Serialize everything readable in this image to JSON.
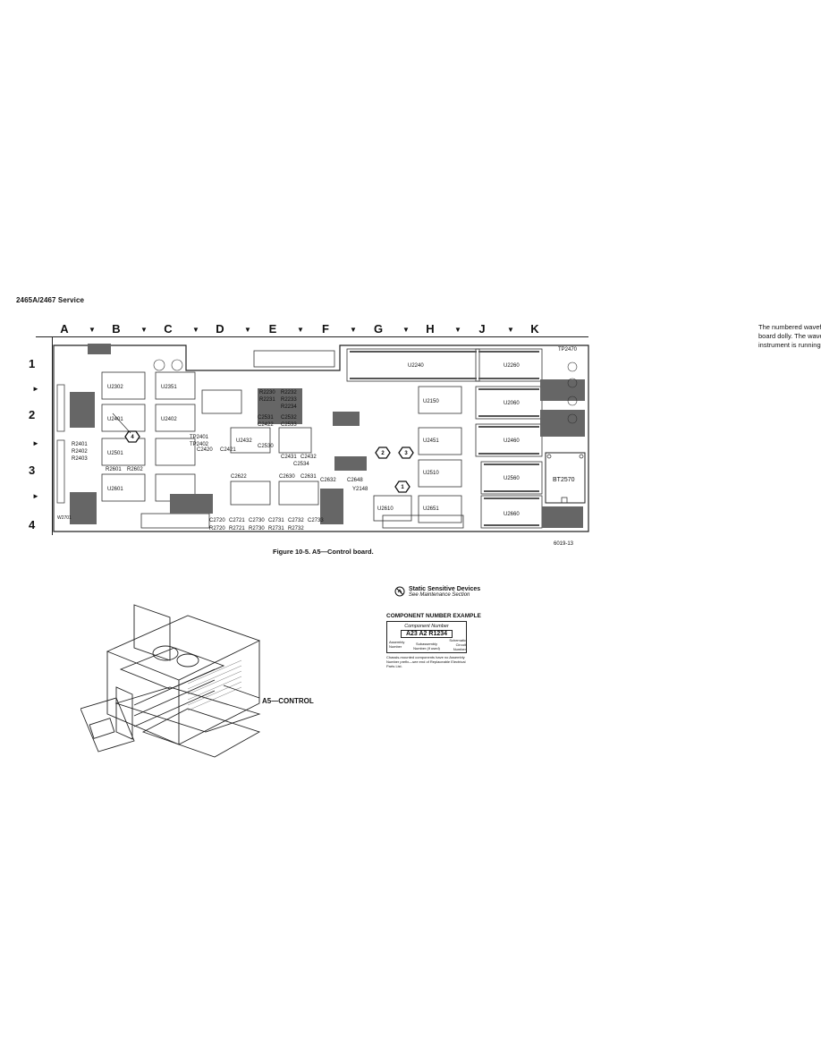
{
  "header": {
    "title": "2465A/2467 Service"
  },
  "right_note": {
    "lines": [
      "The numbered wavefo",
      "board dolly. The wavefo",
      "instrument is running."
    ]
  },
  "grid": {
    "columns": [
      "A",
      "B",
      "C",
      "D",
      "E",
      "F",
      "G",
      "H",
      "J",
      "K"
    ],
    "rows": [
      "1",
      "2",
      "3",
      "4"
    ]
  },
  "board": {
    "components": [
      {
        "ref": "U2240"
      },
      {
        "ref": "U2260"
      },
      {
        "ref": "U2060"
      },
      {
        "ref": "U2460"
      },
      {
        "ref": "U2560"
      },
      {
        "ref": "U2660"
      },
      {
        "ref": "U2501"
      },
      {
        "ref": "U2401"
      },
      {
        "ref": "U2302"
      },
      {
        "ref": "U2601"
      },
      {
        "ref": "U2402"
      },
      {
        "ref": "U2432"
      },
      {
        "ref": "U2351"
      },
      {
        "ref": "U2451"
      },
      {
        "ref": "U2651"
      },
      {
        "ref": "U2510"
      },
      {
        "ref": "U2610"
      },
      {
        "ref": "U2150"
      },
      {
        "ref": "BT2570"
      },
      {
        "ref": "TP2470"
      },
      {
        "ref": "TP2401"
      },
      {
        "ref": "TP2402"
      },
      {
        "ref": "Y2148"
      },
      {
        "ref": "C2420"
      },
      {
        "ref": "C2421"
      },
      {
        "ref": "C2422"
      },
      {
        "ref": "C2431"
      },
      {
        "ref": "C2432"
      },
      {
        "ref": "C2530"
      },
      {
        "ref": "C2531"
      },
      {
        "ref": "C2532"
      },
      {
        "ref": "C2533"
      },
      {
        "ref": "C2534"
      },
      {
        "ref": "C2622"
      },
      {
        "ref": "C2630"
      },
      {
        "ref": "C2631"
      },
      {
        "ref": "C2632"
      },
      {
        "ref": "C2648"
      },
      {
        "ref": "C2720"
      },
      {
        "ref": "C2721"
      },
      {
        "ref": "C2730"
      },
      {
        "ref": "C2731"
      },
      {
        "ref": "C2732"
      },
      {
        "ref": "C2733"
      },
      {
        "ref": "R2230"
      },
      {
        "ref": "R2231"
      },
      {
        "ref": "R2232"
      },
      {
        "ref": "R2233"
      },
      {
        "ref": "R2234"
      },
      {
        "ref": "R2401"
      },
      {
        "ref": "R2402"
      },
      {
        "ref": "R2403"
      },
      {
        "ref": "R2601"
      },
      {
        "ref": "R2602"
      },
      {
        "ref": "R2720"
      },
      {
        "ref": "R2721"
      },
      {
        "ref": "R2730"
      },
      {
        "ref": "R2731"
      },
      {
        "ref": "R2732"
      },
      {
        "ref": "W2701"
      }
    ],
    "waveform_markers": [
      "4",
      "2",
      "3",
      "1"
    ]
  },
  "figure": {
    "caption": "Figure 10-5. A5—Control board.",
    "code": "6019-13"
  },
  "static_devices": {
    "title": "Static Sensitive Devices",
    "subtitle": "See Maintenance Section"
  },
  "component_example": {
    "title": "COMPONENT NUMBER EXAMPLE",
    "head": "Component Number",
    "example": "A23 A2 R1234",
    "assembly": "Assembly Number",
    "subassembly": "Subassembly Number (if used)",
    "schematic": "Schematic Circuit Number",
    "note": "Chassis-mounted components have no Assembly Number prefix—see end of Replaceable Electrical Parts List."
  },
  "assembly_view": {
    "label": "A5—CONTROL"
  }
}
